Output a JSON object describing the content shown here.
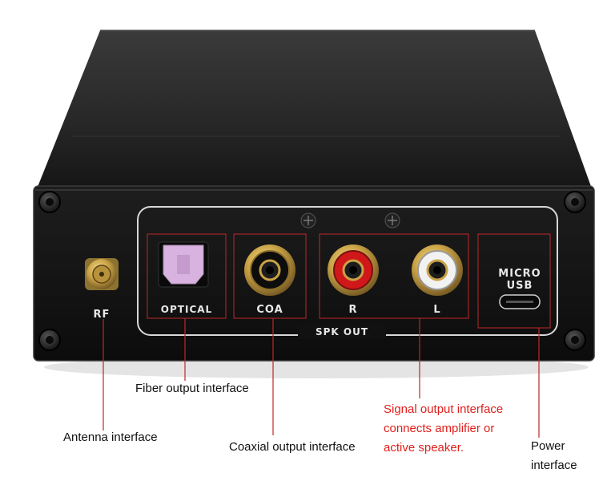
{
  "device": {
    "panel_labels": {
      "rf": "RF",
      "optical": "OPTICAL",
      "coa": "COA",
      "right": "R",
      "left": "L",
      "spk_out": "SPK OUT",
      "micro": "MICRO",
      "usb": "USB"
    },
    "colors": {
      "chassis": "#1a1a1a",
      "optical_port": "#d9b3e0",
      "rca_gold": "#c9a245",
      "rca_right_insert": "#d0181a",
      "rca_left_insert": "#f2f2f2",
      "callout_box": "#c0262a"
    }
  },
  "annotations": {
    "fiber": "Fiber output interface",
    "antenna": "Antenna interface",
    "coaxial": "Coaxial output interface",
    "signal": [
      "Signal output interface",
      "connects amplifier or",
      "active speaker."
    ],
    "power": [
      "Power",
      "interface"
    ]
  }
}
